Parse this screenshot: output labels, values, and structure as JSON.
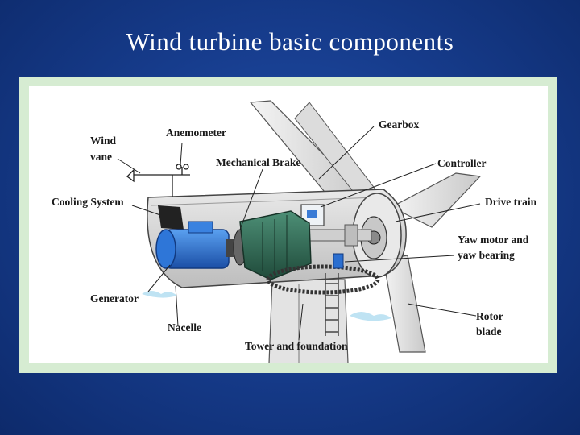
{
  "slide": {
    "title": "Wind turbine basic components"
  },
  "labels": {
    "wind_vane_1": "Wind",
    "wind_vane_2": "vane",
    "anemometer": "Anemometer",
    "gearbox": "Gearbox",
    "mechanical_brake": "Mechanical Brake",
    "controller": "Controller",
    "cooling_system": "Cooling System",
    "drive_train": "Drive train",
    "yaw_motor_1": "Yaw motor and",
    "yaw_motor_2": "yaw bearing",
    "generator": "Generator",
    "rotor_blade_1": "Rotor",
    "rotor_blade_2": "blade",
    "nacelle": "Nacelle",
    "tower": "Tower and foundation"
  },
  "colors": {
    "background": "#173d8e",
    "frame": "#d6ecd2",
    "generator": "#2b6fd0",
    "gearbox": "#2f6b55",
    "nacelle": "#d8d8d8"
  }
}
